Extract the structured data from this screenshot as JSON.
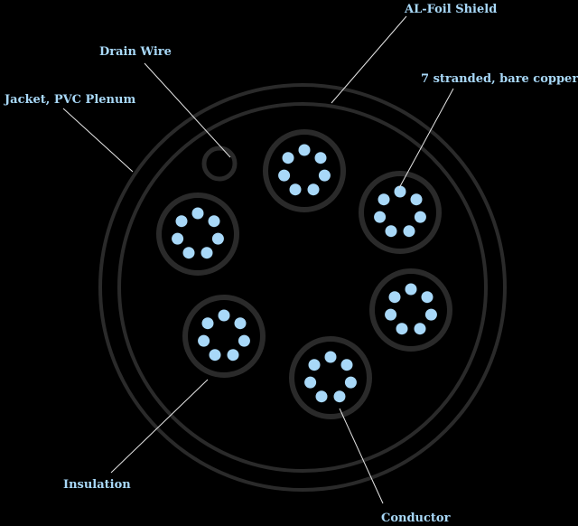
{
  "diagram": {
    "labels": {
      "al_foil_shield": "AL-Foil Shield",
      "drain_wire": "Drain Wire",
      "stranded_copper": "7 stranded, bare copper",
      "jacket": "Jacket, PVC Plenum",
      "insulation": "Insulation",
      "conductor": "Conductor"
    },
    "conductor_count": 6,
    "strands_per_conductor": 7
  },
  "colors": {
    "background": "#000000",
    "label_text": "#a8d8f8",
    "strand_fill": "#a8d8f8",
    "leader_line": "#e6e6e6",
    "jacket_ring": "#2a2a2a",
    "insulation_ring": "#2a2a2a"
  }
}
